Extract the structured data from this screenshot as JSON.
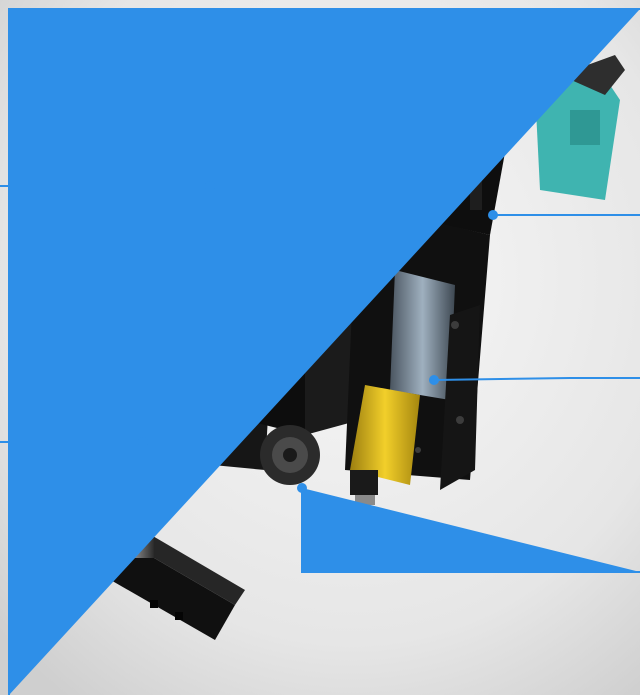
{
  "image": {
    "subject": "pneumatic-actuator-unit",
    "accent_color": "#2e8fe8",
    "body_color": "#111111",
    "valve_color": "#3fb4b0",
    "spring_color": "#e8c21a",
    "fitting_color": "#b08a3a"
  },
  "callouts": [
    {
      "name": "callout-top-left"
    },
    {
      "name": "callout-top-right"
    },
    {
      "name": "callout-mid-right"
    },
    {
      "name": "callout-left"
    },
    {
      "name": "callout-bottom"
    }
  ]
}
